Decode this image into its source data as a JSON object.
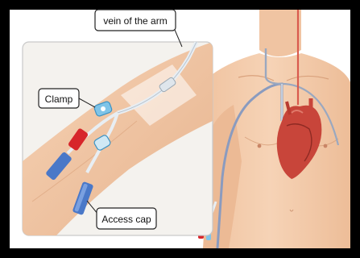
{
  "labels": {
    "vein": "vein of the arm",
    "clamp": "Clamp",
    "access_cap": "Access cap"
  },
  "icons": [
    "catheter-line",
    "clamp-icon",
    "access-cap-icon",
    "heart-icon"
  ],
  "colors": {
    "frame": "#000000",
    "background": "#ffffff",
    "inset_bg": "#f4f2ee",
    "skin": "#f2c7a4",
    "skin_shadow": "#e3ad86",
    "vein_line": "#9aa8c0",
    "catheter": "#e8eef3",
    "clamp": "#7fc4e8",
    "cap_blue": "#4a78c8",
    "cap_red": "#d7262b",
    "heart": "#c8453a"
  }
}
